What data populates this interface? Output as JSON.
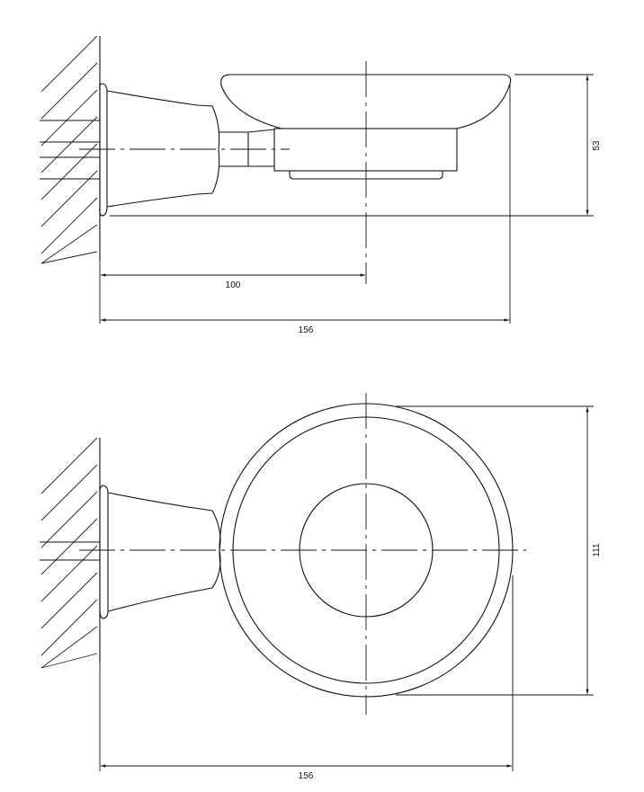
{
  "views": {
    "side": {
      "dimensions": {
        "height": "53",
        "center_distance": "100",
        "projection": "156"
      }
    },
    "top": {
      "dimensions": {
        "diameter": "111",
        "projection": "156"
      }
    }
  },
  "colors": {
    "line": "#111111",
    "background": "#ffffff"
  }
}
